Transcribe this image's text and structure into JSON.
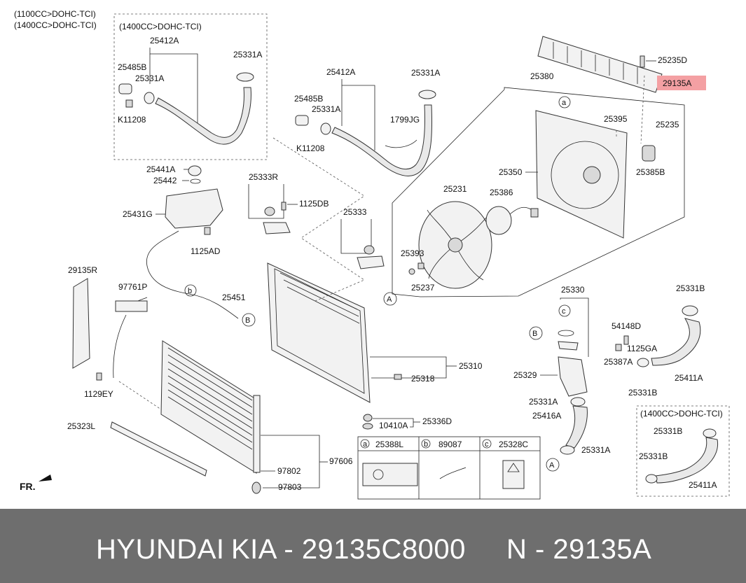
{
  "variants": [
    "(1100CC>DOHC-TCI)",
    "(1400CC>DOHC-TCI)"
  ],
  "box_titles": {
    "top_left": "(1400CC>DOHC-TCI)",
    "bottom_right": "(1400CC>DOHC-TCI)"
  },
  "labels": {
    "p25412A_1": "25412A",
    "p25485B_1": "25485B",
    "p25331A_1": "25331A",
    "p25331A_2": "25331A",
    "pK11208_1": "K11208",
    "p25412A_2": "25412A",
    "p25485B_2": "25485B",
    "p25331A_3": "25331A",
    "p25331A_4": "25331A",
    "pK11208_2": "K11208",
    "p1799JG": "1799JG",
    "p25441A": "25441A",
    "p25442": "25442",
    "p25431G": "25431G",
    "p1125AD": "1125AD",
    "p25333R": "25333R",
    "p1125DB": "1125DB",
    "p25333": "25333",
    "p29135R": "29135R",
    "p97761P": "97761P",
    "p25451": "25451",
    "p1129EY": "1129EY",
    "p25323L": "25323L",
    "p97802": "97802",
    "p97606": "97606",
    "p97803": "97803",
    "p25310": "25310",
    "p25318": "25318",
    "p10410A": "10410A",
    "p25336D": "25336D",
    "p25235D": "25235D",
    "p29135A": "29135A",
    "p25380": "25380",
    "p25395": "25395",
    "p25235": "25235",
    "p25385B": "25385B",
    "p25350": "25350",
    "p25231": "25231",
    "p25386": "25386",
    "p25393": "25393",
    "p25237": "25237",
    "p25330": "25330",
    "p54148D": "54148D",
    "p1125GA": "1125GA",
    "p25387A": "25387A",
    "p25329": "25329",
    "p25331A_5": "25331A",
    "p25416A": "25416A",
    "p25331A_6": "25331A",
    "p25331B_1": "25331B",
    "p25411A_1": "25411A",
    "p25331B_2": "25331B",
    "p25331B_3": "25331B",
    "p25331B_4": "25331B",
    "p25411A_2": "25411A"
  },
  "callouts": {
    "a": "a",
    "b": "b",
    "c": "c",
    "A": "A",
    "B": "B"
  },
  "legend": [
    {
      "letter": "a",
      "part": "25388L"
    },
    {
      "letter": "b",
      "part": "89087"
    },
    {
      "letter": "c",
      "part": "25328C"
    }
  ],
  "direction_label": "FR.",
  "footer": {
    "brand": "HYUNDAI",
    "brand2": "KIA - 29135C8000",
    "ref": "N - 29135A"
  },
  "colors": {
    "highlight": "#f4a0a3",
    "footer_bg": "#6e6e6e"
  }
}
